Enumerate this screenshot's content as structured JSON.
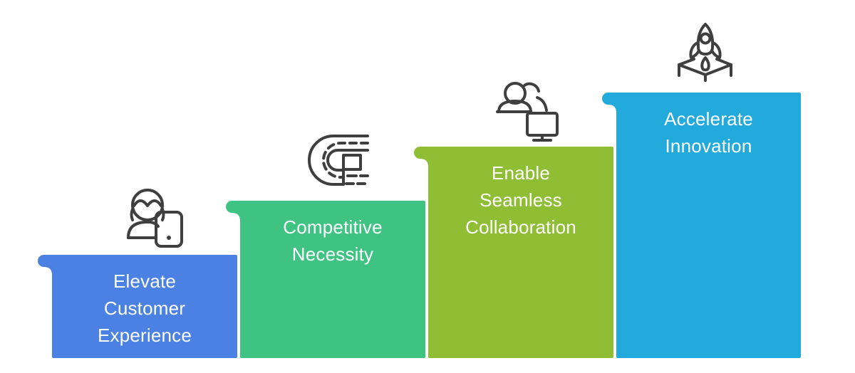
{
  "diagram": {
    "type": "ascending-steps-infographic",
    "background": "#ffffff",
    "text_color": "#ffffff",
    "icon_stroke": "#3f3f3f",
    "steps": [
      {
        "label": "Elevate\nCustomer\nExperience",
        "color": "#4a81e2",
        "icon": "customer-tablet-icon"
      },
      {
        "label": "Competitive\nNecessity",
        "color": "#3ec383",
        "icon": "roadmap-icon"
      },
      {
        "label": "Enable\nSeamless\nCollaboration",
        "color": "#8fbd33",
        "icon": "team-monitor-icon"
      },
      {
        "label": "Accelerate\nInnovation",
        "color": "#22aadd",
        "icon": "rocket-launch-icon"
      }
    ]
  }
}
